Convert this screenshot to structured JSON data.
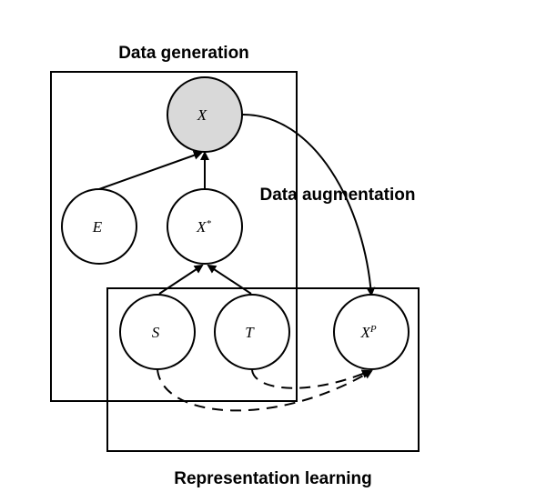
{
  "labels": {
    "data_generation": "Data generation",
    "data_augmentation": "Data augmentation",
    "representation_learning": "Representation learning"
  },
  "nodes": {
    "x": {
      "label": "X",
      "observed": true
    },
    "e": {
      "label": "E"
    },
    "x_star": {
      "label": "X",
      "sup": "*"
    },
    "s": {
      "label": "S"
    },
    "t": {
      "label": "T"
    },
    "x_p": {
      "label": "X",
      "sup": "P"
    }
  },
  "colors": {
    "observed_fill": "#d9d9d9",
    "node_fill": "#ffffff",
    "stroke": "#000000"
  }
}
